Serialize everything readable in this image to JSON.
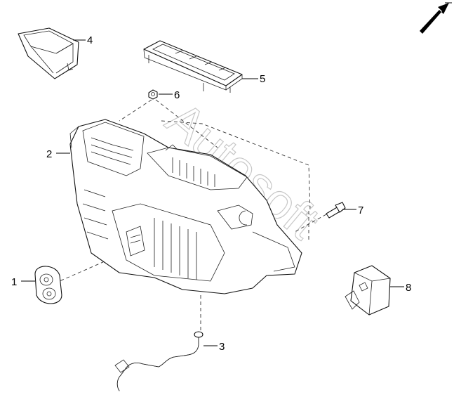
{
  "diagram": {
    "callouts": [
      {
        "id": "1",
        "label": "1"
      },
      {
        "id": "2",
        "label": "2"
      },
      {
        "id": "3",
        "label": "3"
      },
      {
        "id": "4",
        "label": "4"
      },
      {
        "id": "5",
        "label": "5"
      },
      {
        "id": "6",
        "label": "6"
      },
      {
        "id": "7",
        "label": "7"
      },
      {
        "id": "8",
        "label": "8"
      }
    ],
    "watermark": "Autosoft",
    "orientation_icon": "arrow-up-right-icon"
  }
}
